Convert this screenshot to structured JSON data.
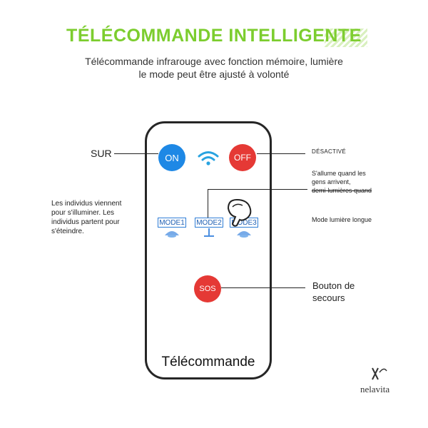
{
  "header": {
    "title": "TÉLÉCOMMANDE INTELLIGENTE",
    "subtitle_line1": "Télécommande infrarouge avec fonction mémoire, lumière",
    "subtitle_line2": "le mode peut être ajusté à volonté"
  },
  "remote": {
    "on_label": "ON",
    "off_label": "OFF",
    "mode1_label": "MODE1",
    "mode2_label": "MODE2",
    "mode3_label": "MODE3",
    "sos_label": "SOS",
    "name": "Télécommande"
  },
  "annotations": {
    "on": "SUR",
    "off": "DÉSACTIVÉ",
    "mode2_line1": "S'allume quand les",
    "mode2_line2": "gens arrivent,",
    "mode2_line3": "demi-lumières quand",
    "mode3": "Mode lumière longue",
    "mode1": "Les individus viennent pour s'illuminer. Les individus partent pour s'éteindre.",
    "sos": "Bouton de secours"
  },
  "brand": {
    "name": "nelavita"
  },
  "colors": {
    "title": "#7ccd2e",
    "on_button": "#1e88e5",
    "off_button": "#e53935",
    "sos_button": "#e53935",
    "mode_border": "#2e7dd6"
  }
}
